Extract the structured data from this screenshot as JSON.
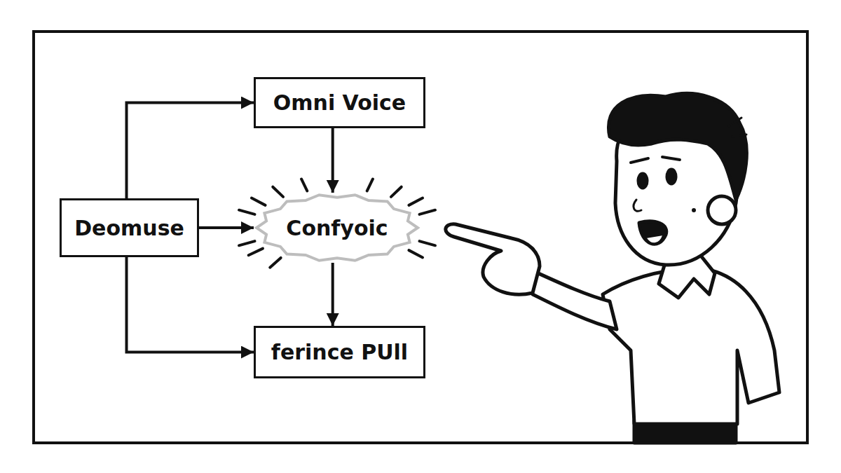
{
  "diagram": {
    "nodes": [
      {
        "text": [
          "Omni Voice"
        ]
      },
      {
        "text": [
          "Deomuse"
        ]
      },
      {
        "text": [
          "Confyoic"
        ]
      },
      {
        "text": [
          "ferince PUll"
        ]
      }
    ],
    "edges": [
      {
        "from": 1,
        "to": 0,
        "arrow": "to"
      },
      {
        "from": 1,
        "to": 2,
        "arrow": "to"
      },
      {
        "from": 1,
        "to": 3,
        "arrow": "to"
      },
      {
        "from": 0,
        "to": 2,
        "arrow": "to"
      },
      {
        "from": 2,
        "to": 3,
        "arrow": "to"
      }
    ]
  }
}
